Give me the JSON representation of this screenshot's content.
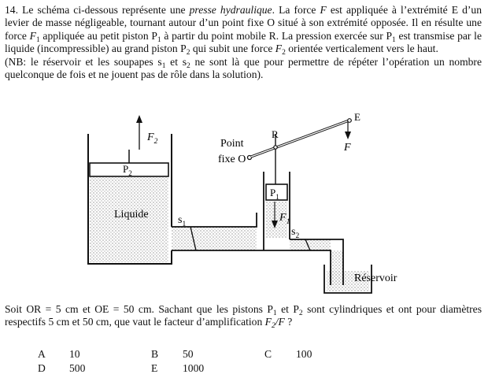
{
  "problem": {
    "number": "14.",
    "line1_pre": "Le schéma ci-dessous représente une ",
    "line1_em": "presse hydraulique",
    "line1_post": ".",
    "sentence2_a": "La force ",
    "sentence2_F": "F",
    "sentence2_b": " est appliquée à l’extrémité E d’un levier de masse négligeable, tournant autour d’un point fixe O situé à son extrémité opposée. Il en résulte une force ",
    "sentence2_F1": "F",
    "sentence2_F1_sub": "1",
    "sentence2_c": " appliquée au petit piston P",
    "sentence2_P1_sub": "1",
    "sentence2_d": " à partir du point mobile R. La pression exercée sur P",
    "sentence2_P1b_sub": "1",
    "sentence2_e": " est transmise par le liquide (incompressible) au grand piston P",
    "sentence2_P2_sub": "2",
    "sentence2_f": " qui subit une force ",
    "sentence2_F2": "F",
    "sentence2_F2_sub": "2",
    "sentence2_g": " orientée verticalement vers le haut.",
    "nb_a": "(NB: le réservoir et les soupapes s",
    "nb_s1_sub": "1",
    "nb_b": " et s",
    "nb_s2_sub": "2",
    "nb_c": " ne sont là que pour permettre de répéter l’opération un nombre quelconque de fois et ne jouent pas de rôle dans la solution)."
  },
  "figure": {
    "F2": "F",
    "F2_sub": "2",
    "P2": "P",
    "P2_sub": "2",
    "liquide": "Liquide",
    "s1": "s",
    "s1_sub": "1",
    "point_fixe_1": "Point",
    "point_fixe_2": "fixe O",
    "R": "R",
    "E": "E",
    "F": "F",
    "P1": "P",
    "P1_sub": "1",
    "F1": "F",
    "F1_sub": "1",
    "s2": "s",
    "s2_sub": "2",
    "reservoir": "Réservoir"
  },
  "question": {
    "a": "Soit OR = 5 cm et OE = 50 cm. Sachant que les pistons P",
    "a_sub": "1",
    "b": " et P",
    "b_sub": "2",
    "c": " sont cylindriques et ont pour diamètres respectifs 5 cm et 50 cm, que vaut le facteur d’amplification ",
    "ratio_num": "F",
    "ratio_num_sub": "2",
    "ratio_sep": "/",
    "ratio_den": "F",
    "d": " ?"
  },
  "answers": [
    {
      "letter": "A",
      "value": "10"
    },
    {
      "letter": "B",
      "value": "50"
    },
    {
      "letter": "C",
      "value": "100"
    },
    {
      "letter": "D",
      "value": "500"
    },
    {
      "letter": "E",
      "value": "1000"
    }
  ]
}
